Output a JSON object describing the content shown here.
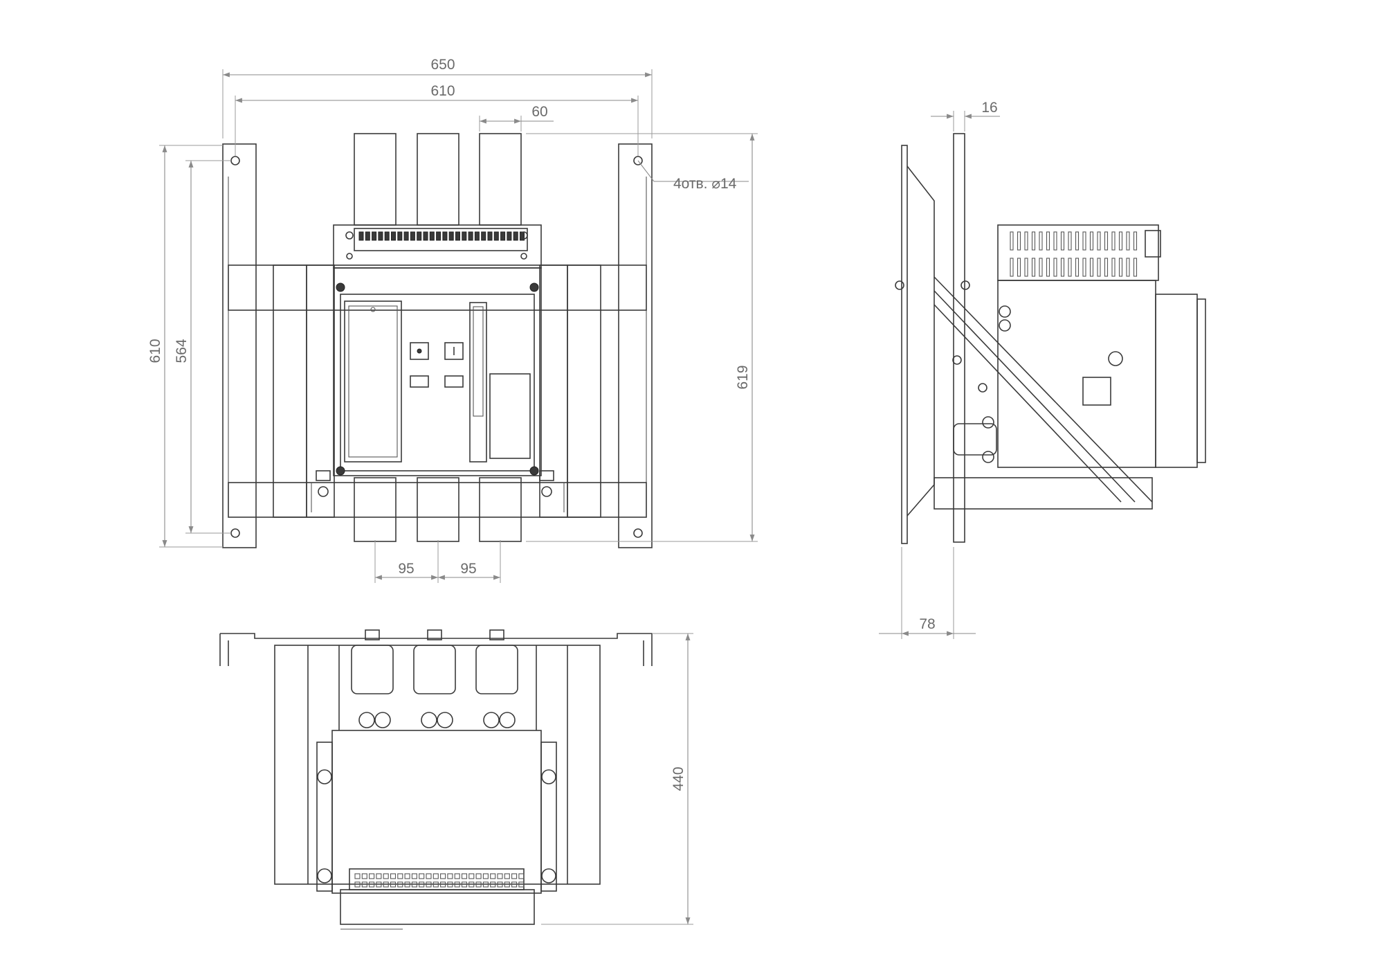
{
  "dimensions": {
    "front_outer_width": "650",
    "front_hole_spacing_width": "610",
    "busbar_width": "60",
    "front_outer_height": "610",
    "front_hole_spacing_height": "564",
    "front_total_height": "619",
    "busbar_pitch_left": "95",
    "busbar_pitch_right": "95",
    "holes_note": "4отв. ⌀14",
    "side_flange_thickness": "16",
    "side_flange_depth": "78",
    "top_view_depth": "440"
  },
  "colors": {
    "line": "#3a3a3a",
    "dimension": "#8a8a8a",
    "text": "#6a6a6a"
  }
}
